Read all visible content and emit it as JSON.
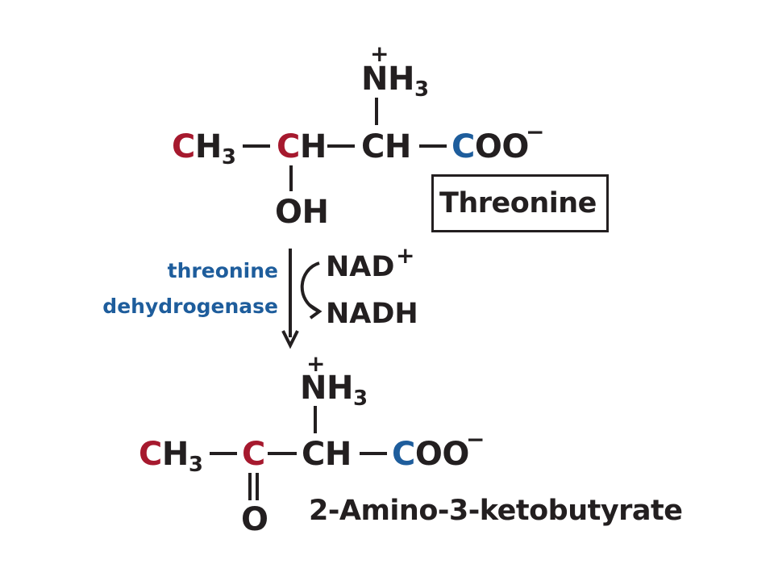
{
  "threonine": {
    "name": "Threonine",
    "amino_group": {
      "formula": "NH",
      "subscript": "3",
      "charge": "+"
    },
    "backbone": [
      {
        "element": "C",
        "rest": "H",
        "subscript": "3"
      },
      {
        "element": "C",
        "rest": "H"
      },
      {
        "element": "",
        "rest": "CH"
      },
      {
        "element": "C",
        "rest": "OO",
        "charge": "−"
      }
    ],
    "hydroxyl": "OH"
  },
  "reaction": {
    "enzyme_line1": "threonine",
    "enzyme_line2": "dehydrogenase",
    "cofactor_in": {
      "formula": "NAD",
      "charge": "+"
    },
    "cofactor_out": "NADH"
  },
  "product": {
    "name": "2-Amino-3-ketobutyrate",
    "amino_group": {
      "formula": "NH",
      "subscript": "3",
      "charge": "+"
    },
    "backbone": [
      {
        "element": "C",
        "rest": "H",
        "subscript": "3"
      },
      {
        "element": "C",
        "rest": ""
      },
      {
        "element": "",
        "rest": "CH"
      },
      {
        "element": "C",
        "rest": "OO",
        "charge": "−"
      }
    ],
    "carbonyl_oxygen": "O"
  },
  "colors": {
    "carbon_highlight_red": "#a6192e",
    "carbon_highlight_blue": "#1e5d9c",
    "enzyme_text": "#1e5d9c",
    "ink": "#231f20"
  }
}
